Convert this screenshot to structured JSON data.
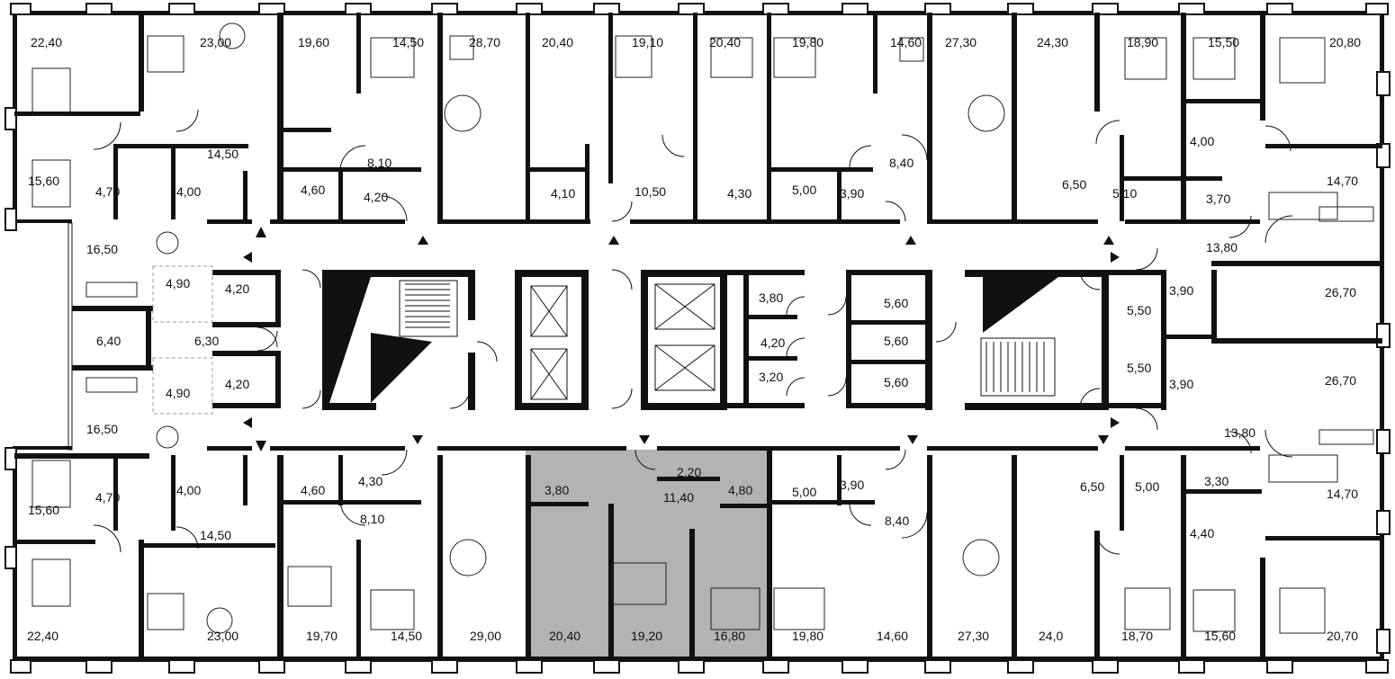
{
  "colors": {
    "wall": "#111111",
    "highlight": "#b3b3b3",
    "background": "#ffffff"
  },
  "rooms": {
    "top": [
      "22,40",
      "23,00",
      "19,60",
      "14,50",
      "28,70",
      "20,40",
      "19,10",
      "20,40",
      "19,80",
      "14,60",
      "27,30",
      "24,30",
      "18,90",
      "15,50",
      "20,80"
    ],
    "top_inner": [
      "14,50",
      "8,10",
      "10,50",
      "8,40",
      "6,50",
      "14,70"
    ],
    "top_bath": [
      "15,60",
      "4,70",
      "4,00",
      "4,60",
      "4,20",
      "4,10",
      "4,30",
      "5,00",
      "3,90",
      "5,10",
      "4,00",
      "3,70"
    ],
    "core": [
      "16,50",
      "4,90",
      "4,20",
      "6,40",
      "6,30",
      "4,90",
      "4,20",
      "16,50",
      "3,80",
      "4,20",
      "3,20",
      "5,60",
      "5,60",
      "5,60",
      "13,80",
      "3,90",
      "26,70",
      "5,50",
      "5,50",
      "3,90",
      "26,70",
      "13,80"
    ],
    "bottom_bath": [
      "15,60",
      "4,70",
      "4,00",
      "4,60",
      "4,30",
      "3,80",
      "2,20",
      "4,80",
      "11,40",
      "5,00",
      "3,90",
      "6,50",
      "5,00",
      "3,30",
      "4,40",
      "14,70"
    ],
    "bottom_inner": [
      "14,50",
      "8,10",
      "8,40"
    ],
    "bottom": [
      "22,40",
      "23,00",
      "19,70",
      "14,50",
      "29,00",
      "20,40",
      "19,20",
      "16,80",
      "19,80",
      "14,60",
      "27,30",
      "24,0",
      "18,70",
      "15,60",
      "20,70"
    ]
  }
}
